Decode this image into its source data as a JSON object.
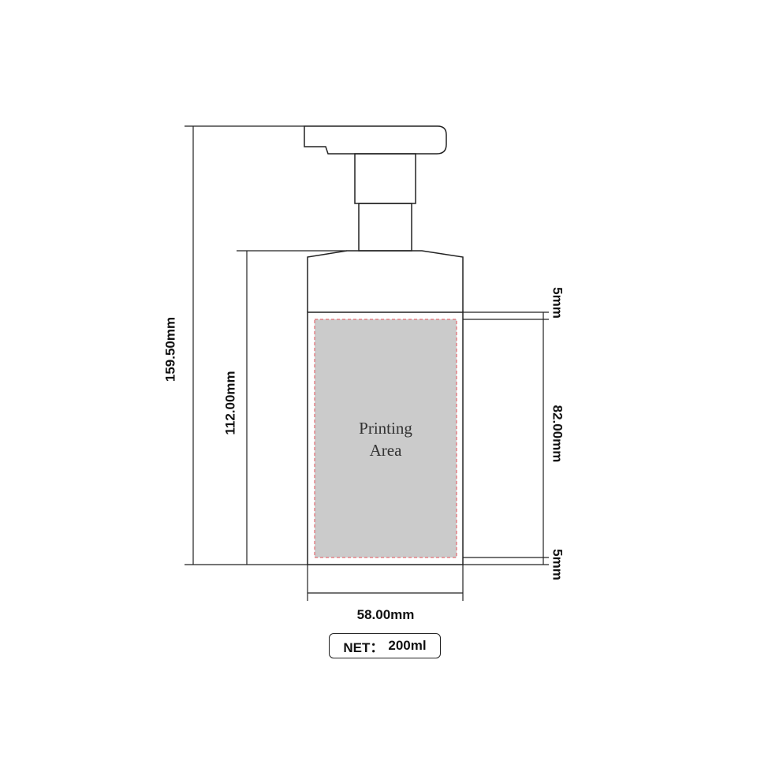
{
  "dimensions": {
    "total_height": "159.50mm",
    "body_height": "112.00mm",
    "print_height": "82.00mm",
    "top_margin": "5mm",
    "bottom_margin": "5mm",
    "width": "58.00mm"
  },
  "printing_area": {
    "line1": "Printing",
    "line2": "Area"
  },
  "net": {
    "label": "NET：",
    "value": "200ml"
  },
  "colors": {
    "outline": "#222222",
    "print_fill": "#cbcbcb",
    "print_border": "#e0525a"
  }
}
